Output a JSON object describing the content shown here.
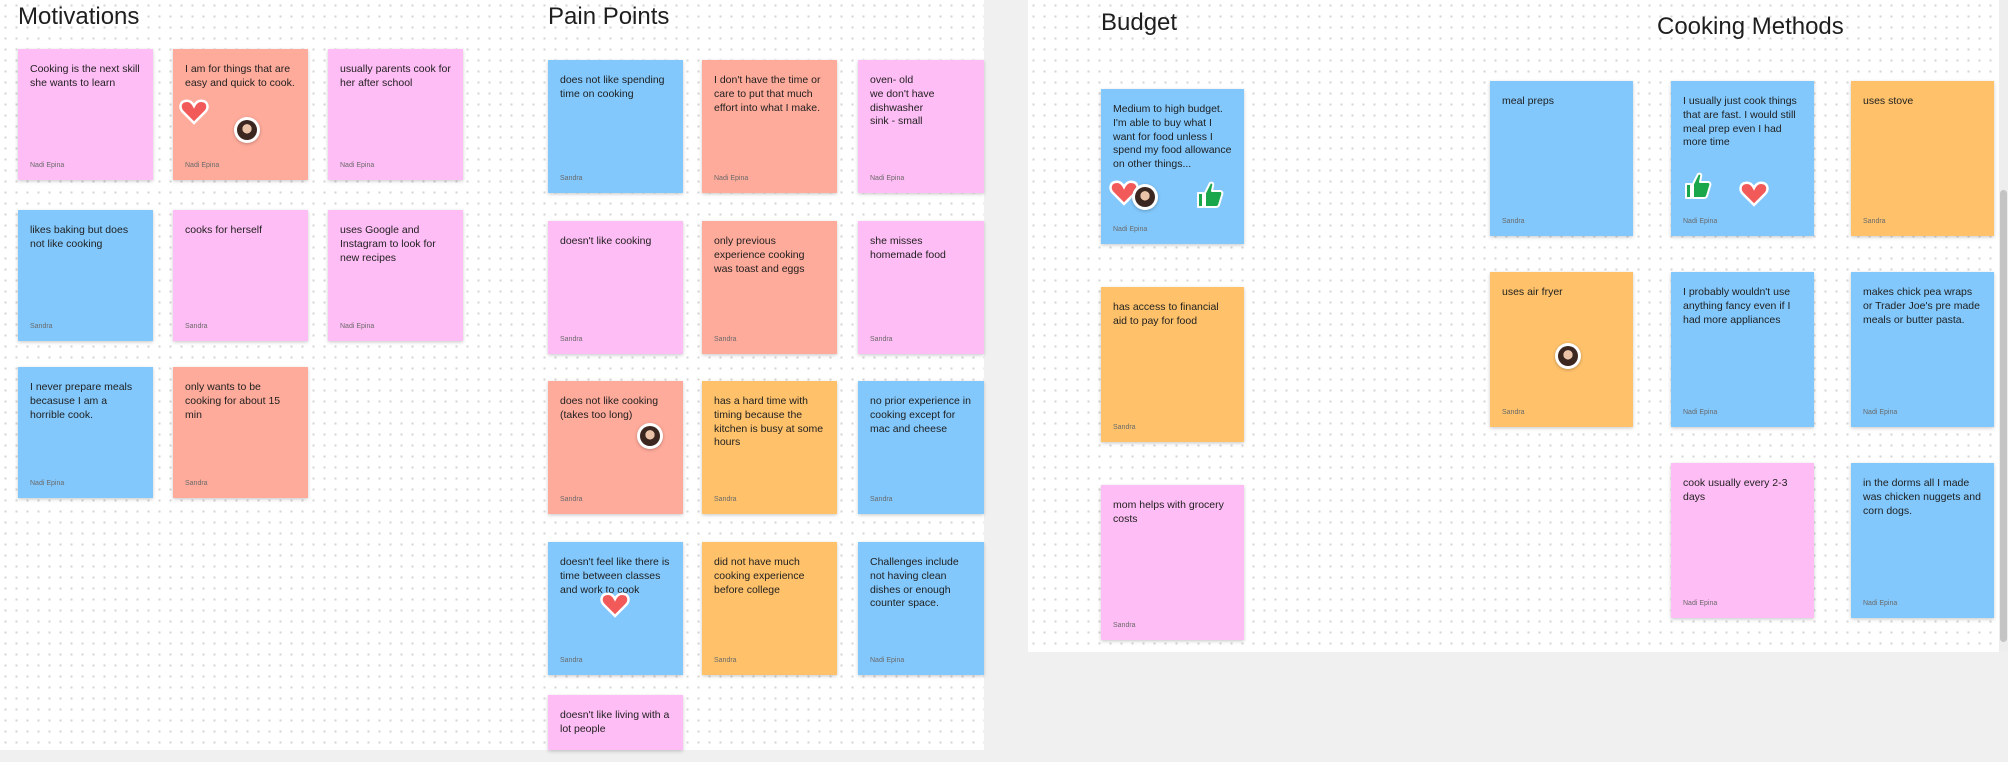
{
  "sections": {
    "motivations": "Motivations",
    "pain_points": "Pain Points",
    "budget": "Budget",
    "cooking_methods": "Cooking Methods"
  },
  "colors": {
    "pink": "#ffbdf5",
    "salmon": "#ffab9b",
    "blue": "#82c8fd",
    "orange": "#ffc26b",
    "heart": "#f25a5a",
    "thumb": "#1aa64a"
  },
  "icons": [
    "heart-icon",
    "thumbs-up-icon",
    "avatar"
  ],
  "notes": {
    "motivations": [
      {
        "text": " Cooking  is the next skill she wants to learn",
        "author": "Nadi Epina",
        "color": "pink"
      },
      {
        "text": "I am for things that are easy and quick to cook.",
        "author": "Nadi Epina",
        "color": "salmon"
      },
      {
        "text": "usually parents cook for her  after school",
        "author": "Nadi Epina",
        "color": "pink"
      },
      {
        "text": "likes baking but does not like cooking",
        "author": "Sandra",
        "color": "blue"
      },
      {
        "text": "cooks for herself",
        "author": "Sandra",
        "color": "pink"
      },
      {
        "text": "uses Google and Instagram to look for new recipes",
        "author": "Nadi Epina",
        "color": "pink"
      },
      {
        "text": "I never prepare meals becasuse I am a horrible cook.",
        "author": "Nadi Epina",
        "color": "blue"
      },
      {
        "text": "only wants to be cooking for about 15 min",
        "author": "Sandra",
        "color": "salmon"
      }
    ],
    "pain_points": [
      {
        "text": "does not like spending time on cooking",
        "author": "Sandra",
        "color": "blue"
      },
      {
        "text": " I don't have the time or care to put that much effort into what I make.",
        "author": "Nadi Epina",
        "color": "salmon"
      },
      {
        "text": "oven- old\nwe don't have dishwasher\nsink - small",
        "author": "Nadi Epina",
        "color": "pink"
      },
      {
        "text": "doesn't like cooking",
        "author": "Sandra",
        "color": "pink"
      },
      {
        "text": "only previous experience cooking was toast and eggs",
        "author": "Sandra",
        "color": "salmon"
      },
      {
        "text": "she misses homemade food",
        "author": "Sandra",
        "color": "pink"
      },
      {
        "text": "does not like cooking (takes too long)",
        "author": "Sandra",
        "color": "salmon"
      },
      {
        "text": "has a hard time with timing because the kitchen is busy at some hours",
        "author": "Sandra",
        "color": "orange"
      },
      {
        "text": "no prior experience in cooking except for mac and cheese",
        "author": "Sandra",
        "color": "blue"
      },
      {
        "text": "doesn't feel like there is time between classes and work to cook",
        "author": "Sandra",
        "color": "blue"
      },
      {
        "text": "did not have much cooking experience before college",
        "author": "Sandra",
        "color": "orange"
      },
      {
        "text": "Challenges include not having clean dishes or enough counter space.",
        "author": "Nadi Epina",
        "color": "blue"
      },
      {
        "text": "doesn't like living with a lot people",
        "author": "",
        "color": "pink"
      }
    ],
    "budget": [
      {
        "text": "Medium to high budget. I'm able to buy what I want for food unless I spend my food allowance on other things...",
        "author": "Nadi Epina",
        "color": "blue"
      },
      {
        "text": "has access to financial aid to pay for food",
        "author": "Sandra",
        "color": "orange"
      },
      {
        "text": "mom helps with grocery costs",
        "author": "Sandra",
        "color": "pink"
      }
    ],
    "cooking_methods": [
      {
        "text": "meal preps",
        "author": "Sandra",
        "color": "blue"
      },
      {
        "text": " I usually just cook things that are fast. I would still meal prep even I had more time",
        "author": "Nadi Epina",
        "color": "blue"
      },
      {
        "text": "uses stove",
        "author": "Sandra",
        "color": "orange"
      },
      {
        "text": "uses air fryer",
        "author": "Sandra",
        "color": "orange"
      },
      {
        "text": " I probably wouldn't use anything fancy even if I had more appliances",
        "author": "Nadi Epina",
        "color": "blue"
      },
      {
        "text": "makes chick pea wraps or Trader Joe's pre made meals or butter pasta.",
        "author": "Nadi Epina",
        "color": "blue"
      },
      {
        "text": "cook usually every 2-3 days",
        "author": "Nadi Epina",
        "color": "pink"
      },
      {
        "text": "in the dorms all I made was chicken nuggets and corn dogs.",
        "author": "Nadi Epina",
        "color": "blue"
      }
    ]
  }
}
